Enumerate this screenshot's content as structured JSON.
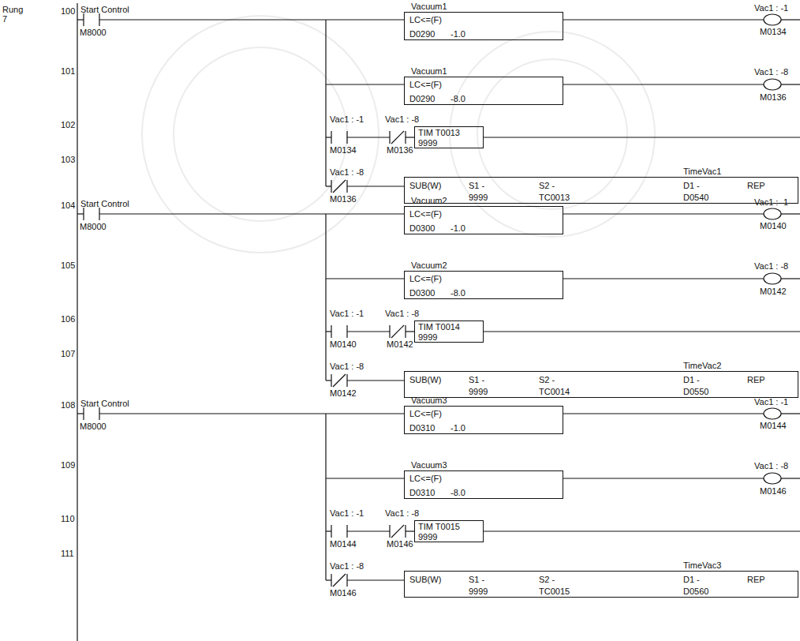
{
  "diagram": {
    "nodes": [
      {
        "text": [
          "Vacuum1",
          "LC<=(F)",
          "D0290",
          "-1.0"
        ]
      },
      {
        "text": [
          "Vacuum1",
          "LC<=(F)",
          "D0290",
          "-8.0"
        ]
      },
      {
        "text": [
          "TIM T0013",
          "9999"
        ]
      },
      {
        "text": [
          "TimeVac1",
          "SUB(W)",
          "S1 -",
          "9999",
          "S2 -",
          "TC0013",
          "D1 -",
          "D0540",
          "REP"
        ]
      },
      {
        "text": [
          "Vacuum2",
          "LC<=(F)",
          "D0300",
          "-1.0"
        ]
      },
      {
        "text": [
          "Vacuum2",
          "LC<=(F)",
          "D0300",
          "-8.0"
        ]
      },
      {
        "text": [
          "TIM T0014",
          "9999"
        ]
      },
      {
        "text": [
          "TimeVac2",
          "SUB(W)",
          "S1 -",
          "9999",
          "S2 -",
          "TC0014",
          "D1 -",
          "D0550",
          "REP"
        ]
      },
      {
        "text": [
          "Vacuum3",
          "LC<=(F)",
          "D0310",
          "-1.0"
        ]
      },
      {
        "text": [
          "Vacuum3",
          "LC<=(F)",
          "D0310",
          "-8.0"
        ]
      },
      {
        "text": [
          "TIM T0015",
          "9999"
        ]
      },
      {
        "text": [
          "TimeVac3",
          "SUB(W)",
          "S1 -",
          "9999",
          "S2 -",
          "TC0015",
          "D1 -",
          "D0560",
          "REP"
        ]
      }
    ],
    "labels": [
      "Rung",
      "7",
      "100",
      "Start Control",
      "M8000",
      "Vac1 : -1",
      "M0134",
      "101",
      "Vac1 : -8",
      "M0136",
      "102",
      "Vac1 : -1",
      "M0134",
      "Vac1 : -8",
      "M0136",
      "103",
      "Vac1 : -8",
      "M0136",
      "104",
      "Start Control",
      "M8000",
      "Vac1 : -1",
      "M0140",
      "105",
      "Vac1 : -8",
      "M0142",
      "106",
      "Vac1 : -1",
      "M0140",
      "Vac1 : -8",
      "M0142",
      "107",
      "Vac1 : -8",
      "M0142",
      "108",
      "Start Control",
      "M8000",
      "Vac1 : -1",
      "M0144",
      "109",
      "Vac1 : -8",
      "M0146",
      "110",
      "Vac1 : -1",
      "M0144",
      "Vac1 : -8",
      "M0146",
      "111",
      "Vac1 : -8",
      "M0146"
    ]
  }
}
